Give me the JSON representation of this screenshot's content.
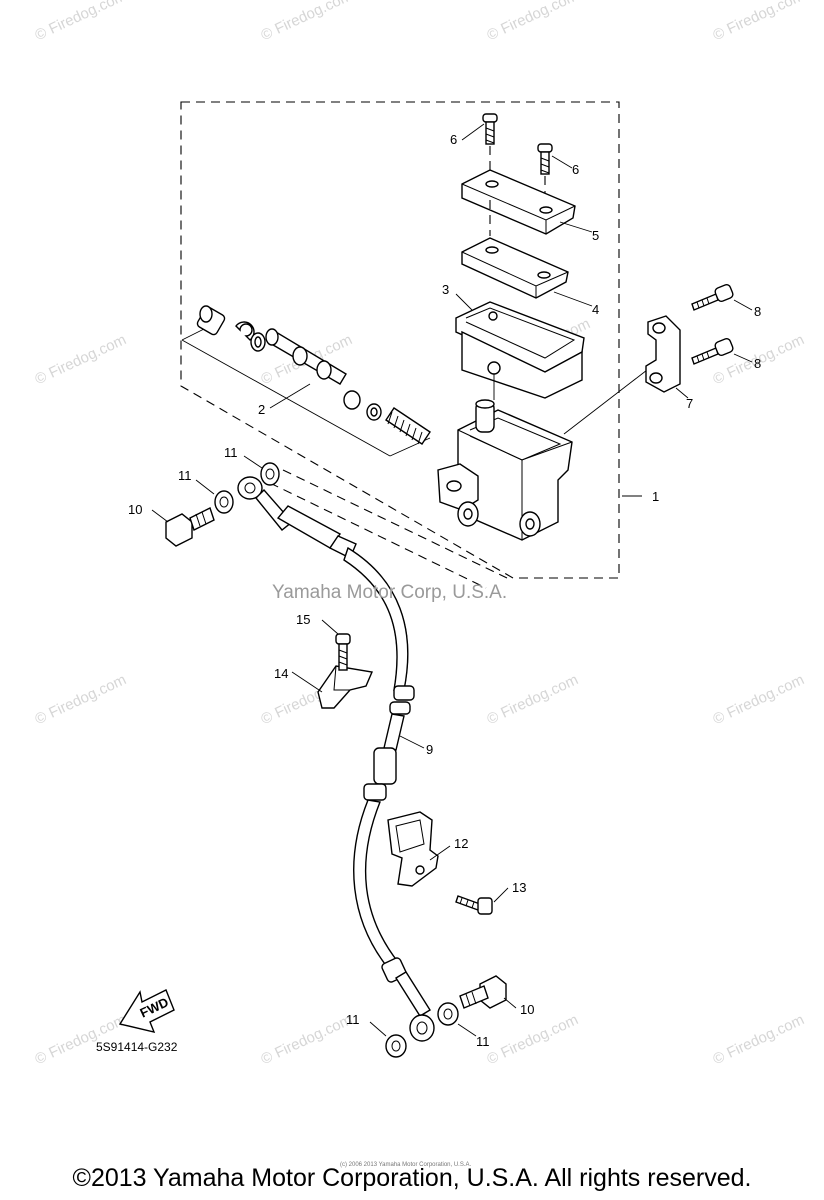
{
  "watermark": "© Firedog.com",
  "diagram_code": "5S91414-G232",
  "corp_label": "Yamaha Motor Corp, U.S.A.",
  "tiny_copyright": "(c) 2006 2013 Yamaha Motor Corporation, U.S.A.",
  "footer": "©2013 Yamaha Motor Corporation, U.S.A. All rights reserved.",
  "fwd_label": "FWD",
  "callouts": {
    "c1": "1",
    "c2": "2",
    "c3": "3",
    "c4": "4",
    "c5": "5",
    "c6a": "6",
    "c6b": "6",
    "c7": "7",
    "c8a": "8",
    "c8b": "8",
    "c9": "9",
    "c10a": "10",
    "c10b": "10",
    "c11a": "11",
    "c11b": "11",
    "c11c": "11",
    "c11d": "11",
    "c12": "12",
    "c13": "13",
    "c14": "14",
    "c15": "15"
  }
}
